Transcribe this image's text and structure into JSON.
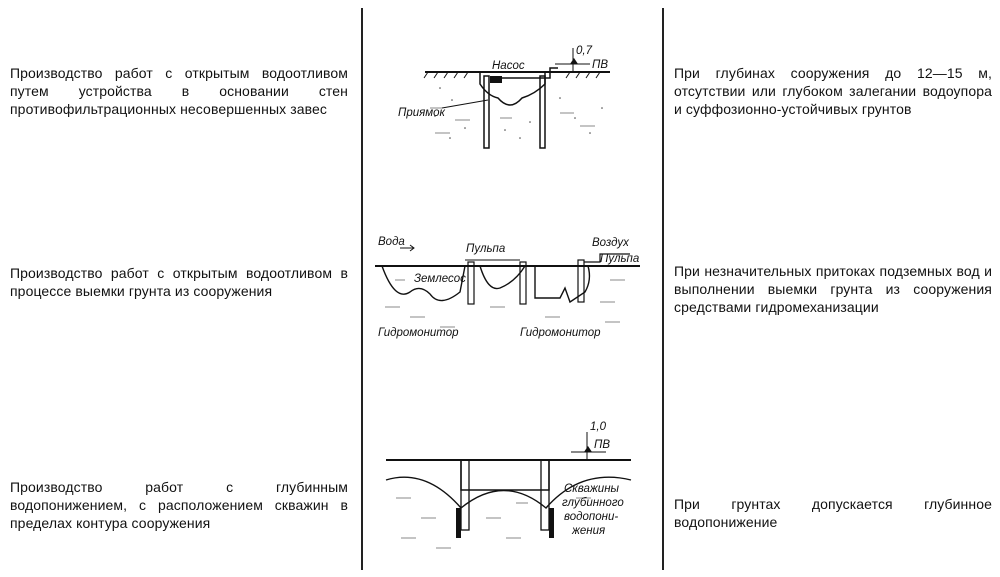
{
  "rows": [
    {
      "left": "Производство работ с открытым водоотливом путем устройства в основании стен противофильтрационных несовершенных завес",
      "right": "При глубинах сооружения до 12—15 м, отсутствии или глубоком залегании водоупора и суффозионно-устойчивых грунтов",
      "diagram_labels": {
        "depth": "0,7",
        "gw": "ПВ",
        "pump": "Насос",
        "sump": "Приямок"
      }
    },
    {
      "left": "Производство работ с открытым водоотливом в процессе выемки грунта из сооружения",
      "right": "При незначительных притоках подземных вод и выполнении выемки грунта из сооружения средствами гидромеханизации",
      "diagram_labels": {
        "water": "Вода",
        "pulp_top": "Пульпа",
        "air": "Воздух",
        "pulp_right": "Пульпа",
        "dredger": "Землесос",
        "monitor_left": "Гидромонитор",
        "monitor_right": "Гидромонитор"
      }
    },
    {
      "left": "Производство работ с глубинным водопонижением, с расположением скважин в пределах контура сооружения",
      "right": "При грунтах допускается глубинное водопонижение",
      "diagram_labels": {
        "depth": "1,0",
        "gw": "ПВ",
        "wells_1": "Скважины",
        "wells_2": "глубинного",
        "wells_3": "водопони-",
        "wells_4": "жения"
      }
    }
  ]
}
